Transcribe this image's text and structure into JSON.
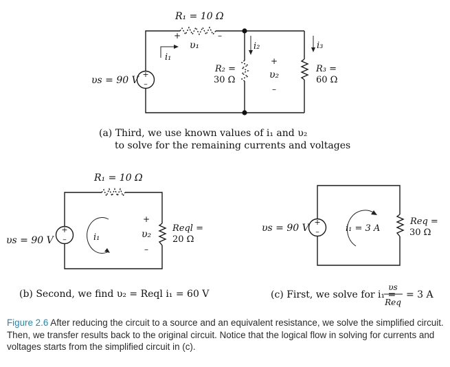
{
  "circuit_a": {
    "r1_label": "R₁ = 10 Ω",
    "v1_plus": "+",
    "v1_minus": "–",
    "v1_label": "υ₁",
    "i1_label": "i₁",
    "vs_label": "υs = 90 V",
    "src_plus": "+",
    "src_minus": "–",
    "i2_label": "i₂",
    "r2_line1": "R₂ =",
    "r2_line2": "30 Ω",
    "v2_plus": "+",
    "v2_label": "υ₂",
    "v2_minus": "–",
    "i3_label": "i₃",
    "r3_line1": "R₃ =",
    "r3_line2": "60 Ω",
    "caption_line1": "(a) Third, we use known values of i₁ and υ₂",
    "caption_line2": "to solve for the remaining currents and voltages"
  },
  "circuit_b": {
    "r1_label": "R₁ = 10 Ω",
    "vs_label": "υs = 90 V",
    "src_plus": "+",
    "src_minus": "–",
    "i1_label": "i₁",
    "v2_plus": "+",
    "v2_label": "υ₂",
    "v2_minus": "–",
    "req_line1": "Reql =",
    "req_line2": "20 Ω",
    "caption": "(b) Second, we find υ₂ = Reql i₁ = 60 V"
  },
  "circuit_c": {
    "vs_label": "υs = 90 V",
    "src_plus": "+",
    "src_minus": "–",
    "i1_label": "i₁ = 3 A",
    "req_line1": "Req =",
    "req_line2": "30 Ω",
    "caption_prefix": "(c) First, we solve for i₁ =",
    "frac_num": "υs",
    "frac_den": "Req",
    "caption_suffix": "= 3 A"
  },
  "figure_caption": {
    "label": "Figure 2.6",
    "text": " After reducing the circuit to a source and an equivalent resistance, we solve the simplified circuit. Then, we transfer results back to the original circuit. Notice that the logical flow in solving for currents and voltages starts from the simplified circuit in (c)."
  }
}
